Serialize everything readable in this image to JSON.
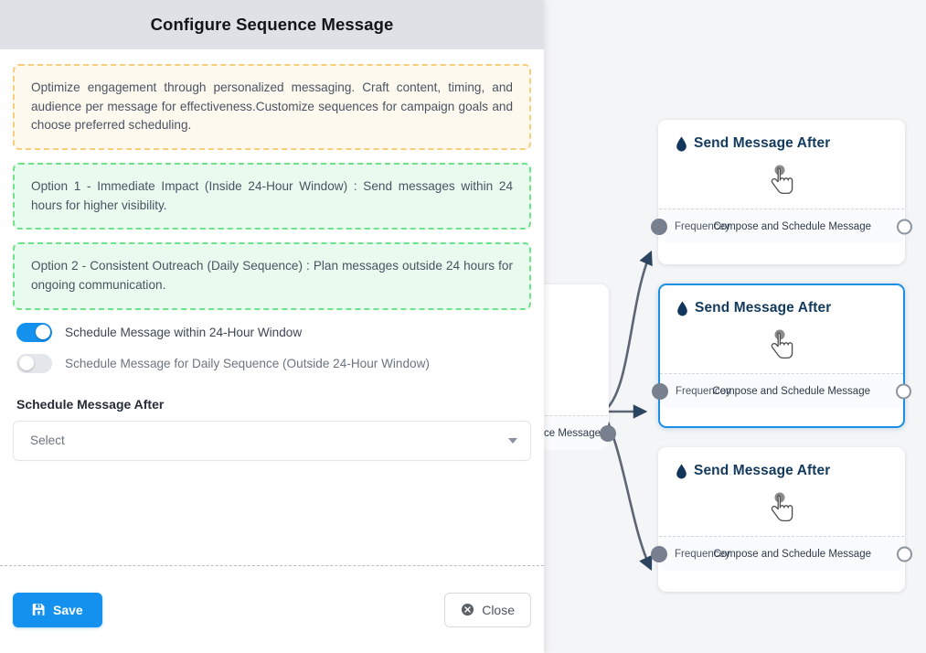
{
  "modal": {
    "title": "Configure Sequence Message",
    "info_note": "Optimize engagement through personalized messaging. Craft content, timing, and audience per message for effectiveness.Customize sequences for campaign goals and choose preferred scheduling.",
    "option_1": "Option 1 - Immediate Impact (Inside 24-Hour Window) : Send messages within 24 hours for higher visibility.",
    "option_2": "Option 2 - Consistent Outreach (Daily Sequence) : Plan messages outside 24 hours for ongoing communication.",
    "toggles": [
      {
        "label": "Schedule Message within 24-Hour Window",
        "state": "on"
      },
      {
        "label": "Schedule Message for Daily Sequence (Outside 24-Hour Window)",
        "state": "off"
      }
    ],
    "field": {
      "label": "Schedule Message After",
      "selected": "Select",
      "placeholder": "Select"
    },
    "footer": {
      "save_label": "Save",
      "close_label": "Close",
      "save_icon": "floppy-save-icon",
      "close_icon": "circle-x-icon"
    },
    "colors": {
      "header_bg": "#dee2e7",
      "accent": "#1490ef",
      "info_border": "#f7ce7a",
      "info_bg": "#fdf9ee",
      "option_border": "#6ee38a",
      "option_bg": "#e9fbee"
    }
  },
  "canvas": {
    "background": "#f4f5f7",
    "selected_border": "#1b8fe3",
    "nodes": [
      {
        "title": "Send Message After",
        "icon": "water-drop-icon",
        "body_icon": "hand-pointer-icon",
        "left_port_label": "Frequencey",
        "right_port_label": "Compose and Schedule Message",
        "selected": "false"
      },
      {
        "title": "Send Message After",
        "icon": "water-drop-icon",
        "body_icon": "hand-pointer-icon",
        "left_port_label": "Frequencey",
        "right_port_label": "Compose and Schedule Message",
        "selected": "true"
      },
      {
        "title": "Send Message After",
        "icon": "water-drop-icon",
        "body_icon": "hand-pointer-icon",
        "left_port_label": "Frequencey",
        "right_port_label": "Compose and Schedule Message",
        "selected": "false"
      }
    ],
    "partial_node": {
      "right_port_label": "ce Message"
    }
  }
}
